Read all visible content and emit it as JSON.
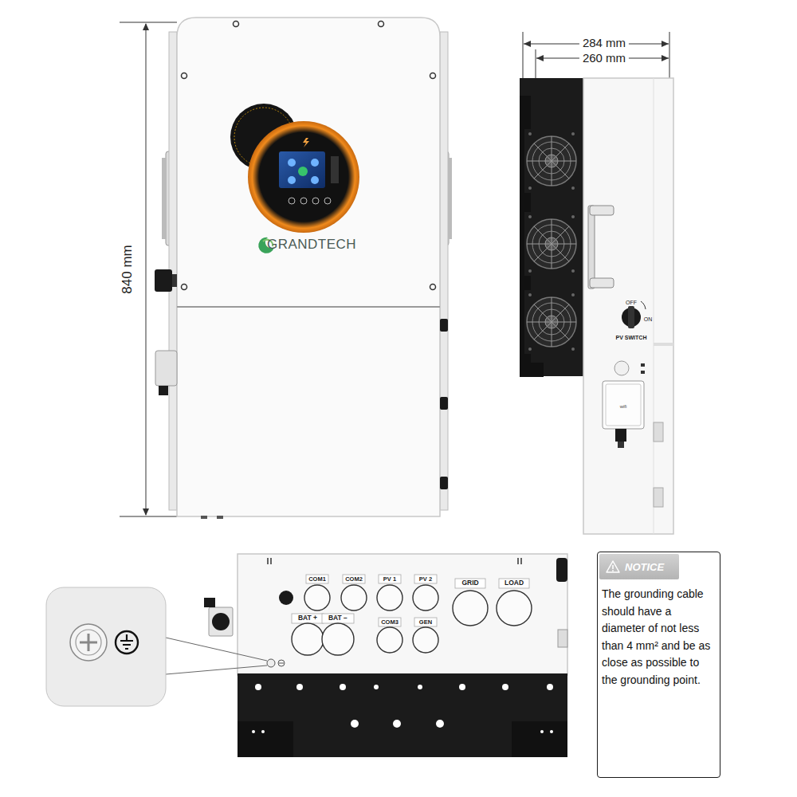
{
  "diagram": {
    "nodes": [
      {
        "text": [
          "NOTICE",
          "The grounding cable should have a diameter of not less than 4 mm² and be as close as possible to the grounding point."
        ]
      }
    ],
    "labels": [
      "840 mm",
      "284 mm",
      "260 mm",
      "GRANDTECH",
      "OFF",
      "ON",
      "PV SWITCH",
      "wifi",
      "COM1",
      "COM2",
      "PV 1",
      "PV 2",
      "GRID",
      "LOAD",
      "BAT +",
      "BAT −",
      "COM3",
      "GEN"
    ]
  }
}
